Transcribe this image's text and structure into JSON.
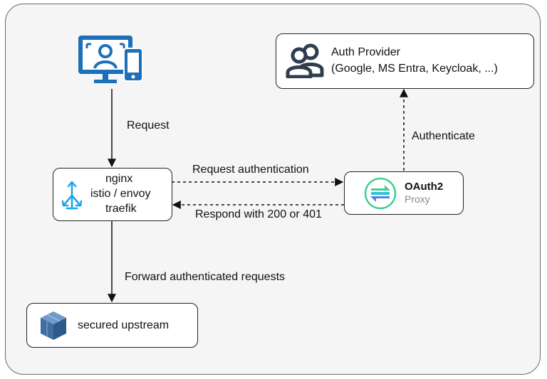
{
  "auth_provider": {
    "title": "Auth Provider",
    "subtitle": "(Google, MS Entra, Keycloak, ...)",
    "icon": "users-icon"
  },
  "client": {
    "icon": "user-devices-icon"
  },
  "proxy_box": {
    "lines": [
      "nginx",
      "istio / envoy",
      "traefik"
    ],
    "icon": "router-arrows-icon",
    "icon_color": "#1aa3e8"
  },
  "oauth2_proxy": {
    "name": "OAuth2",
    "sub": "Proxy",
    "icon": "oauth2-proxy-logo",
    "logo_colors": [
      "#3ecf8e",
      "#5b7cf0",
      "#2fc4d4"
    ]
  },
  "upstream": {
    "label": "secured upstream",
    "icon": "cube-icon",
    "icon_color": "#3f6fa0"
  },
  "edges": {
    "request": "Request",
    "request_auth": "Request authentication",
    "respond": "Respond with 200 or 401",
    "authenticate": "Authenticate",
    "forward": "Forward authenticated requests"
  },
  "colors": {
    "client_icon": "#1c6fb8",
    "users_icon": "#2f3d4f"
  }
}
